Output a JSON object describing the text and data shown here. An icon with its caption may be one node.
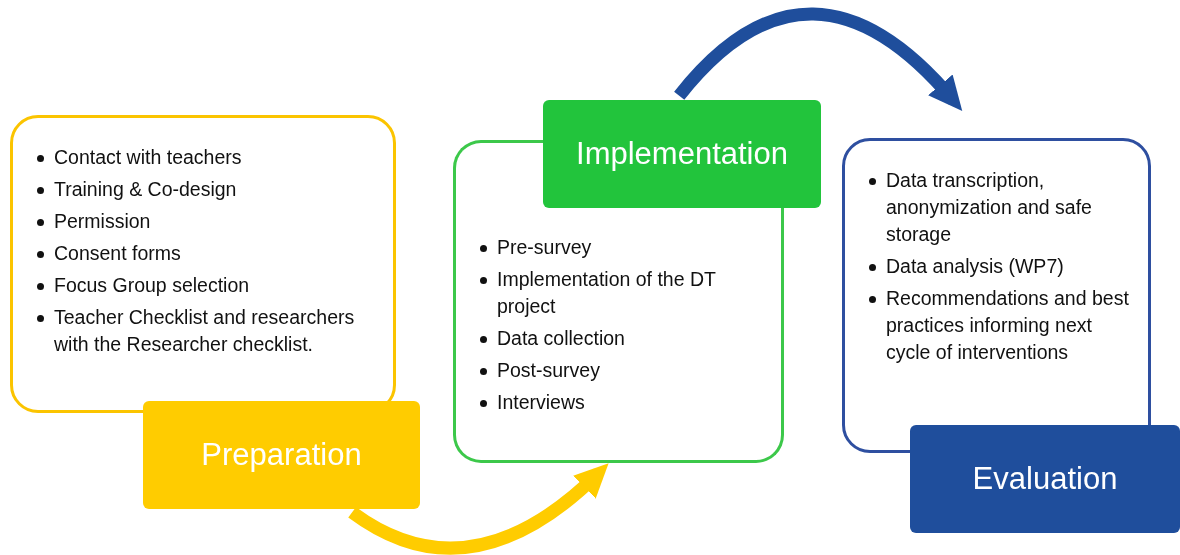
{
  "diagram": {
    "nodes": [
      {
        "text": [
          "Contact with teachers",
          "Training & Co-design",
          "Permission",
          "Consent forms",
          "Focus Group selection",
          "Teacher Checklist and researchers with the Researcher checklist."
        ]
      },
      {
        "text": [
          "Preparation"
        ]
      },
      {
        "text": [
          "Pre-survey",
          "Implementation of the DT project",
          "Data collection",
          "Post-survey",
          "Interviews"
        ]
      },
      {
        "text": [
          "Implementation"
        ]
      },
      {
        "text": [
          "Data transcription, anonymization and safe storage",
          "Data analysis (WP7)",
          "Recommendations and best practices informing next cycle of interventions"
        ]
      },
      {
        "text": [
          "Evaluation"
        ]
      }
    ],
    "edges": [
      {
        "from": 1,
        "to": 2,
        "arrow": "to",
        "color": "#ffcc00"
      },
      {
        "from": 3,
        "to": 4,
        "arrow": "to",
        "color": "#1f4e9c"
      }
    ]
  }
}
